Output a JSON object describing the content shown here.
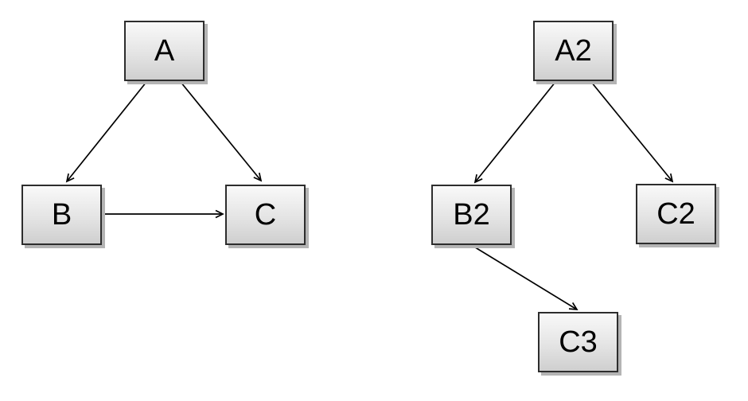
{
  "canvas": {
    "background": "#ffffff"
  },
  "styles": {
    "node_fill_top": "#f9f9f9",
    "node_fill_bottom": "#cfcfcf",
    "node_border": "#2d2d2d",
    "node_shadow": "#b4b4b4",
    "edge_color": "#000000",
    "text_color": "#000000"
  },
  "diagrams": [
    {
      "name": "left-graph",
      "nodes": [
        {
          "id": "A",
          "label": "A"
        },
        {
          "id": "B",
          "label": "B"
        },
        {
          "id": "C",
          "label": "C"
        }
      ],
      "edges": [
        {
          "from": "A",
          "to": "B",
          "directed": true
        },
        {
          "from": "A",
          "to": "C",
          "directed": true
        },
        {
          "from": "B",
          "to": "C",
          "directed": true
        }
      ]
    },
    {
      "name": "right-graph",
      "nodes": [
        {
          "id": "A2",
          "label": "A2"
        },
        {
          "id": "B2",
          "label": "B2"
        },
        {
          "id": "C2",
          "label": "C2"
        },
        {
          "id": "C3",
          "label": "C3"
        }
      ],
      "edges": [
        {
          "from": "A2",
          "to": "B2",
          "directed": true
        },
        {
          "from": "A2",
          "to": "C2",
          "directed": true
        },
        {
          "from": "B2",
          "to": "C3",
          "directed": true
        }
      ]
    }
  ]
}
